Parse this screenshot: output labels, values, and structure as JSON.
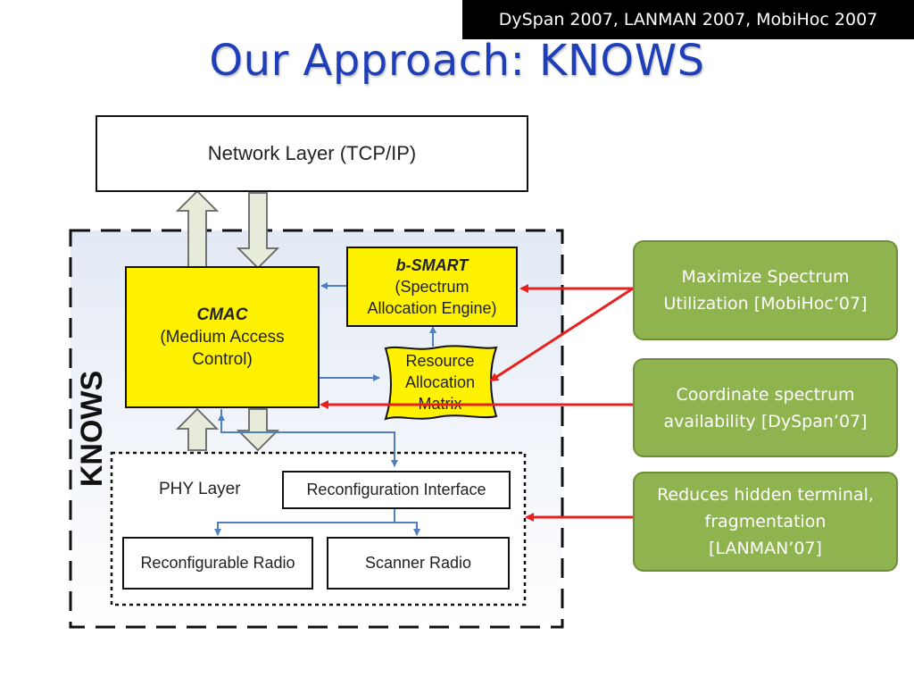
{
  "header": {
    "venues": "DySpan 2007, LANMAN 2007, MobiHoc 2007"
  },
  "title": "Our Approach: KNOWS",
  "diagram": {
    "network_layer": "Network Layer (TCP/IP)",
    "knows_label": "KNOWS",
    "cmac": {
      "title": "CMAC",
      "line1": "(Medium Access",
      "line2": "Control)"
    },
    "bsmart": {
      "title": "b-SMART",
      "line1": "(Spectrum",
      "line2": "Allocation Engine)"
    },
    "ram": {
      "line1": "Resource",
      "line2": "Allocation",
      "line3": "Matrix"
    },
    "phy_layer": "PHY Layer",
    "reconfig_interface": "Reconfiguration Interface",
    "reconfig_radio": "Reconfigurable Radio",
    "scanner_radio": "Scanner Radio"
  },
  "callouts": [
    {
      "line1": "Maximize Spectrum",
      "line2": "Utilization [MobiHoc’07]"
    },
    {
      "line1": "Coordinate spectrum",
      "line2": "availability [DySpan’07]"
    },
    {
      "line1": "Reduces hidden terminal,",
      "line2": "fragmentation",
      "line3": "[LANMAN’07]"
    }
  ],
  "colors": {
    "title": "#1F3FB8",
    "callout": "#8FB34E",
    "module": "#FFF200",
    "arrow": "#E8201E"
  }
}
